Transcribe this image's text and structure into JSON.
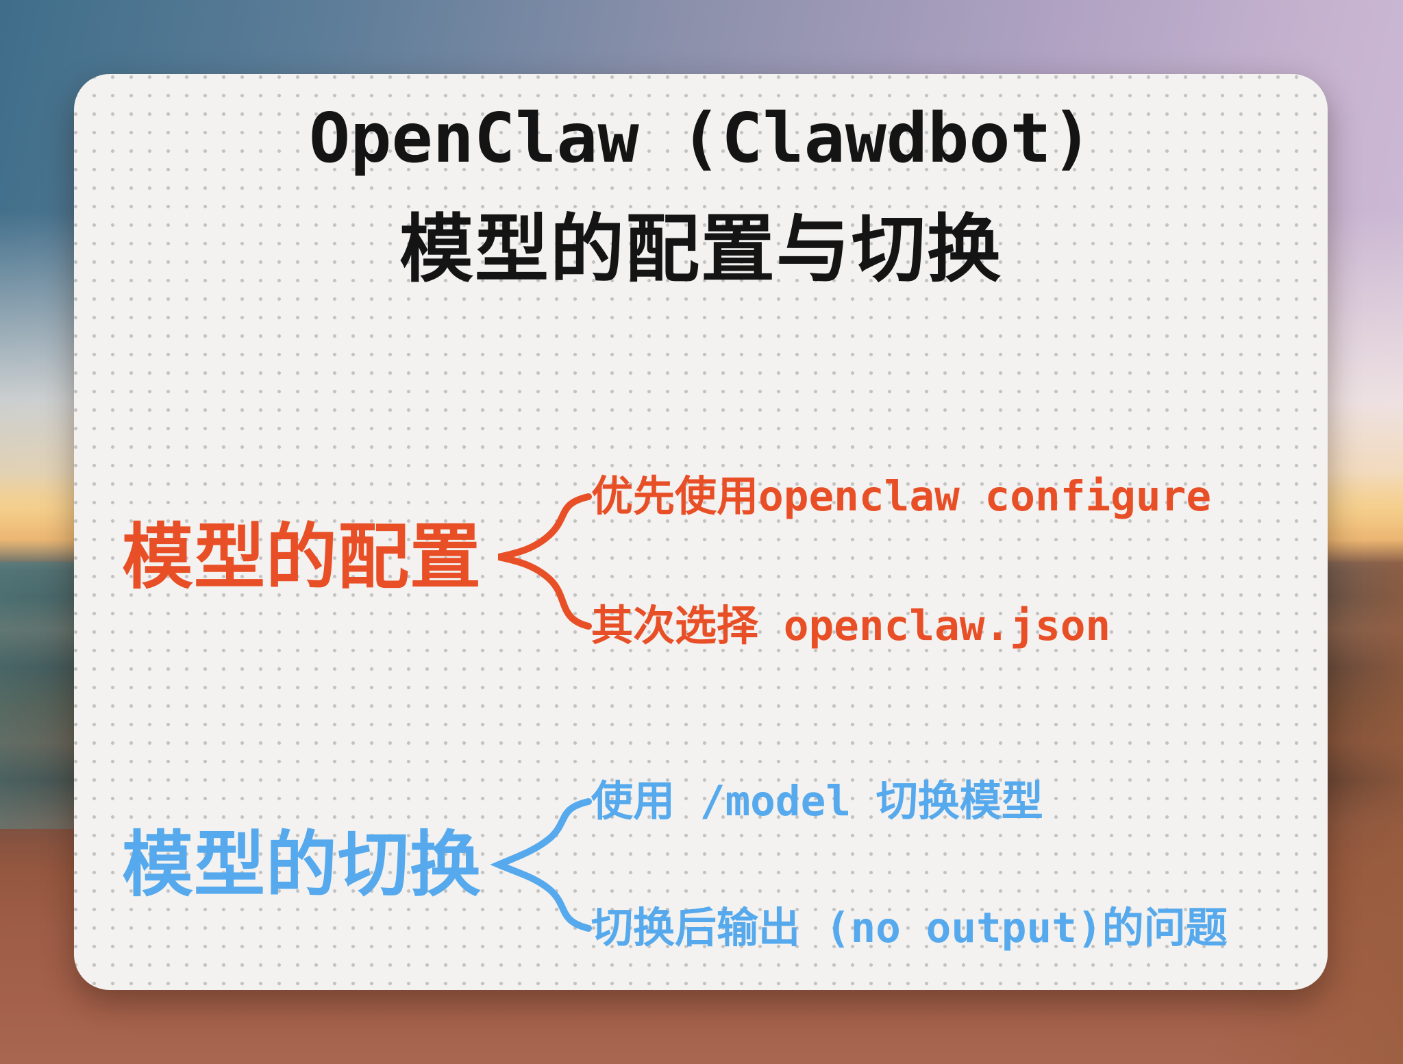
{
  "title": {
    "line1": "OpenClaw (Clawdbot)",
    "line2": "模型的配置与切换"
  },
  "sections": [
    {
      "id": "config",
      "label": "模型的配置",
      "color": "#e84f26",
      "branches": [
        {
          "label": "优先使用openclaw configure"
        },
        {
          "label": "其次选择 openclaw.json"
        }
      ]
    },
    {
      "id": "switch",
      "label": "模型的切换",
      "color": "#55a9ec",
      "branches": [
        {
          "label": "使用 /model 切换模型"
        },
        {
          "label": "切换后输出 (no output)的问题"
        }
      ]
    }
  ],
  "colors": {
    "orange": "#e84f26",
    "blue": "#55a9ec",
    "card_bg": "#f3f2f0",
    "dot": "#c2c2c2",
    "title": "#141414"
  }
}
